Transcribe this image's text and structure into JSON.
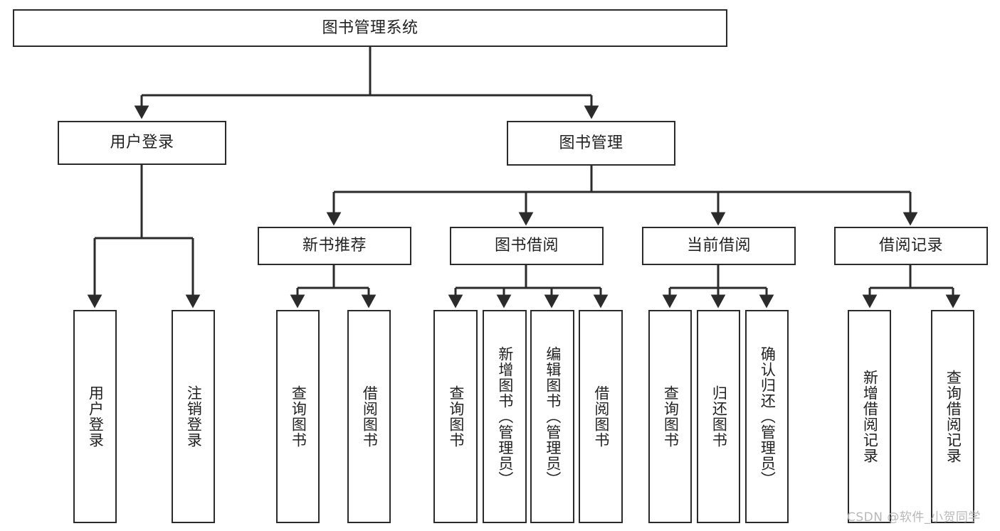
{
  "diagram": {
    "title": "图书管理系统",
    "type": "function-structure-tree",
    "watermark": "CSDN @软件_小贺同学",
    "colors": {
      "box_border": "#2b2b2b",
      "box_fill": "#ffffff",
      "connector": "#2b2b2b",
      "text": "#222222",
      "watermark": "#b8b8b8",
      "background": "#ffffff"
    },
    "levels": {
      "root": "图书管理系统",
      "level2": [
        "用户登录",
        "图书管理"
      ],
      "level3": [
        "新书推荐",
        "图书借阅",
        "当前借阅",
        "借阅记录"
      ]
    },
    "nodes": {
      "root": {
        "label": "图书管理系统"
      },
      "user_login": {
        "label": "用户登录"
      },
      "book_manage": {
        "label": "图书管理"
      },
      "new_book_rec": {
        "label": "新书推荐"
      },
      "book_borrow": {
        "label": "图书借阅"
      },
      "current_borrow": {
        "label": "当前借阅"
      },
      "borrow_record": {
        "label": "借阅记录"
      }
    },
    "leaves": {
      "user_login": [
        {
          "label": "用户登录"
        },
        {
          "label": "注销登录"
        }
      ],
      "new_book_rec": [
        {
          "label": "查询图书"
        },
        {
          "label": "借阅图书"
        }
      ],
      "book_borrow": [
        {
          "label": "查询图书"
        },
        {
          "label": "新增图书（管理员）"
        },
        {
          "label": "编辑图书（管理员）"
        },
        {
          "label": "借阅图书"
        }
      ],
      "current_borrow": [
        {
          "label": "查询图书"
        },
        {
          "label": "归还图书"
        },
        {
          "label": "确认归还（管理员）"
        }
      ],
      "borrow_record": [
        {
          "label": "新增借阅记录"
        },
        {
          "label": "查询借阅记录"
        }
      ]
    }
  }
}
